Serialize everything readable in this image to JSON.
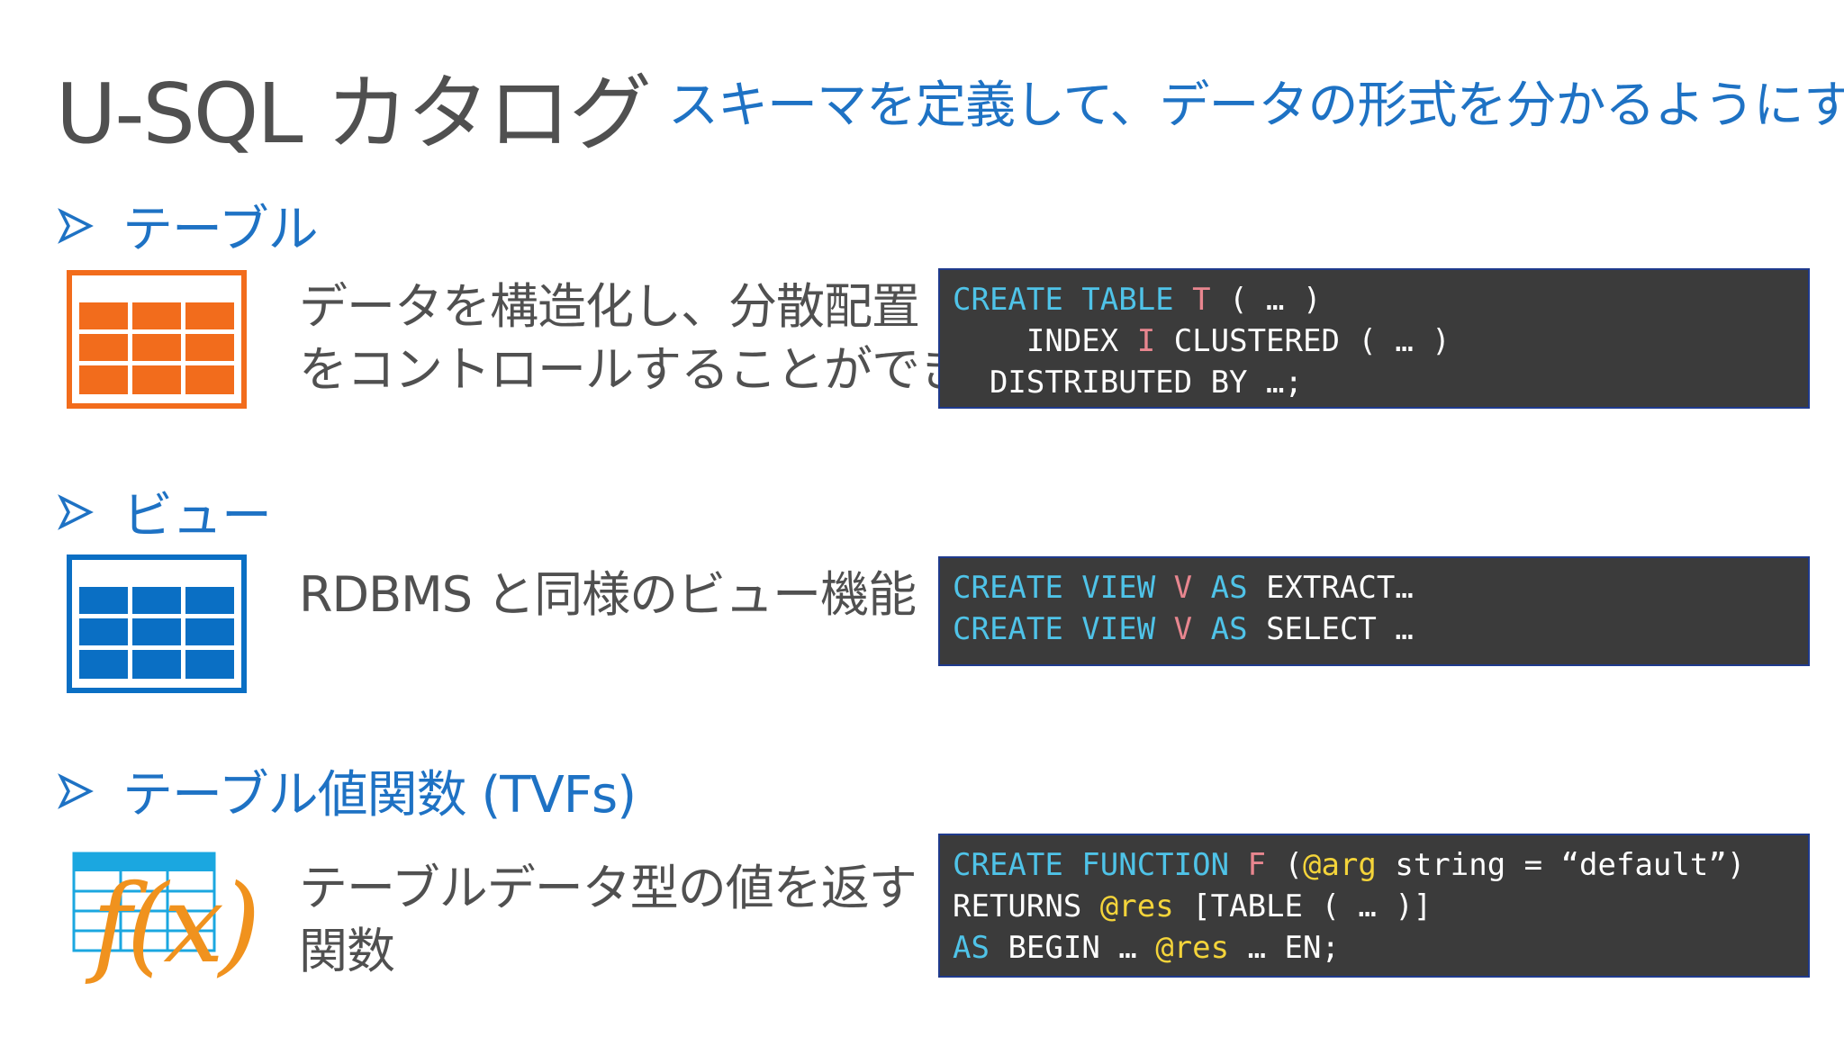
{
  "title": "U-SQL カタログ",
  "subtitle": "スキーマを定義して、データの形式を分かるようにする",
  "colors": {
    "accent_blue": "#1e72c4",
    "table_orange": "#f26c1c",
    "view_blue": "#0a6fc4",
    "tvf_cyan": "#1ba7e0",
    "tvf_fx_orange": "#f0921e",
    "code_bg": "#3b3b3b",
    "code_keyword": "#4fc3e8",
    "code_ident": "#e8868f",
    "code_var": "#f4d43a"
  },
  "sections": {
    "table": {
      "label": "テーブル",
      "icon": "orange-table-grid-icon",
      "desc_line1": "データを構造化し、分散配置",
      "desc_line2": "をコントロールすることができる",
      "code": {
        "l1": {
          "kw": "CREATE TABLE",
          "id": "T",
          "rest": "( … )"
        },
        "l2": {
          "lead": "    INDEX",
          "id": "I",
          "rest": "CLUSTERED ( … )"
        },
        "l3": {
          "text": "  DISTRIBUTED BY …;"
        }
      }
    },
    "view": {
      "label": "ビュー",
      "icon": "blue-table-grid-icon",
      "desc_line1": "RDBMS と同様のビュー機能",
      "code": {
        "l1": {
          "kw": "CREATE VIEW",
          "id": "V",
          "kw2": "AS",
          "rest": "EXTRACT…"
        },
        "l2": {
          "kw": "CREATE VIEW",
          "id": "V",
          "kw2": "AS",
          "rest": "SELECT …"
        }
      }
    },
    "tvf": {
      "label": "テーブル値関数 (TVFs)",
      "icon": "function-fx-table-icon",
      "fx_text": "f(x)",
      "desc_line1": "テーブルデータ型の値を返す",
      "desc_line2": "関数",
      "code": {
        "l1": {
          "kw": "CREATE FUNCTION",
          "id": "F",
          "open": "(",
          "var": "@arg",
          "rest": "string = “default”)"
        },
        "l2": {
          "lead": "RETURNS",
          "var": "@res",
          "rest": "[TABLE ( … )]"
        },
        "l3": {
          "kw": "AS",
          "lead": "BEGIN …",
          "var": "@res",
          "rest": "… EN;"
        }
      }
    }
  }
}
